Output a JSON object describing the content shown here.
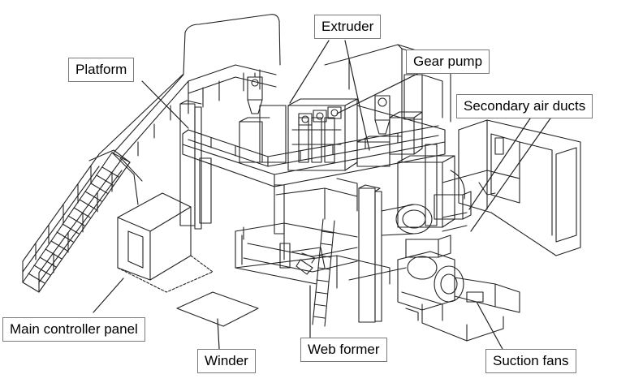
{
  "labels": {
    "extruder": "Extruder",
    "gear_pump": "Gear pump",
    "platform": "Platform",
    "secondary_air_ducts": "Secondary air ducts",
    "main_controller_panel": "Main controller panel",
    "winder": "Winder",
    "web_former": "Web former",
    "suction_fans": "Suction fans"
  },
  "colors": {
    "line": "#222222",
    "callout_border": "#7a7a7a",
    "background": "#ffffff"
  }
}
